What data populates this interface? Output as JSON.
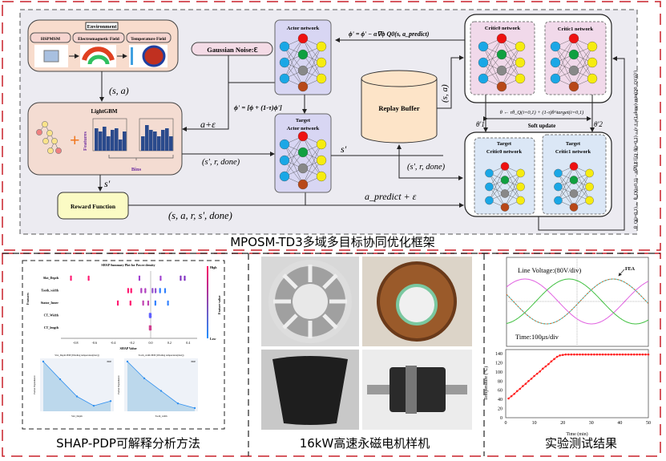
{
  "framework": {
    "title": "MPOSM-TD3多域多目标协同优化框架",
    "environment": {
      "title": "Environment",
      "items": [
        "HSPMSM",
        "Electromagnetic Field",
        "Temperature Field"
      ]
    },
    "lightgbm": {
      "title": "LightGBM",
      "features_label": "Features",
      "bins_label": "Bins"
    },
    "reward_function": "Reward Function",
    "gaussian_noise": "Gaussian Noise:ℇ",
    "actor_network": "Actor network",
    "target_actor_network": [
      "Target",
      "Actor network"
    ],
    "replay_buffer": "Replay Buffer",
    "critic0": "Critic0 network",
    "critic1": "Critic1 network",
    "target_critic0": [
      "Target",
      "Critic0 network"
    ],
    "target_critic1": [
      "Target",
      "Critic1 network"
    ],
    "soft_update": "Soft update",
    "labels": {
      "s_a": "(s, a)",
      "s_a_vertical": "(s, a)",
      "a_eps": "a+ε",
      "phi_soft": "ϕ' = [ϕ + (1-τ)ϕ']",
      "phi_grad": "ϕ' = ϕ' − α∇ϕ Q0(s, a_predict)",
      "s_r_done_1": "(s', r, done)",
      "s_r_done_2": "(s', r, done)",
      "s_prime_1": "s'",
      "s_prime_2": "s'",
      "transition": "(s, a, r, s', done)",
      "a_predict": "a_predict + ε",
      "theta_update": "θ ← τθ_Q(i=0,1) + (1-τ)θ^target(i=0,1)",
      "theta1": "θ'1",
      "theta2": "θ'2",
      "critic_update": "θ_Q(i=0,1) ← θ_Q(i=0,1) − α∇θ E{[Q_θ(i=0,1) − (r + γ(1-done)·min(Q0, Q1))]²}"
    }
  },
  "shap_panel": {
    "caption": "SHAP-PDP可解释分析方法",
    "summary_title": "SHAP Summary Plot for Power density",
    "features": [
      "Slot_Depth",
      "Tooth_width",
      "Stator_Inner",
      "CT_Width",
      "CT_length"
    ],
    "y_label": "Features",
    "x_label": "SHAP Value",
    "x_ticks": [
      "-0.8",
      "-0.6",
      "-0.4",
      "-0.2",
      "0.0",
      "0.2",
      "0.4"
    ],
    "colorbar": {
      "high": "High",
      "low": "Low",
      "label": "Feature value"
    },
    "pdp": [
      {
        "title": "Slot_Depth PDP (Winding temperature(max))",
        "xlabel": "Slot_Depth",
        "ylabel": "Partial Dependence",
        "legend": "PDP",
        "values": [
          1.0,
          0.62,
          0.25,
          0.05,
          0.15
        ]
      },
      {
        "title": "Tooth_width PDP (Winding temperature(max))",
        "xlabel": "Tooth_width",
        "ylabel": "Partial Dependence",
        "legend": "PDP",
        "values": [
          1.0,
          0.64,
          0.37,
          0.1,
          0.0
        ]
      }
    ]
  },
  "prototype_panel": {
    "caption": "16kW高速永磁电机样机"
  },
  "test_panel": {
    "caption": "实验测试结果",
    "waveform": {
      "voltage_label": "Line Voltage:(80V/div)",
      "time_label": "Time:100μs/div",
      "fea_label": "FEA",
      "colors": [
        "#e060e0",
        "#40c040",
        "#40d0d0"
      ]
    },
    "chart_data": {
      "type": "line",
      "title": "",
      "xlabel": "Time (min)",
      "ylabel": "Temperature (℃)",
      "xlim": [
        0,
        50
      ],
      "ylim": [
        0,
        140
      ],
      "x_ticks": [
        "0",
        "10",
        "20",
        "30",
        "40",
        "50"
      ],
      "y_ticks": [
        "0",
        "20",
        "40",
        "60",
        "80",
        "100",
        "120",
        "140"
      ],
      "series": [
        {
          "name": "Temperature",
          "color": "#ff2020",
          "x": [
            1,
            2,
            3,
            4,
            5,
            6,
            7,
            8,
            9,
            10,
            11,
            12,
            13,
            14,
            15,
            16,
            17,
            18,
            19,
            20,
            21,
            22,
            23,
            24,
            25,
            26,
            27,
            28,
            29,
            30,
            31,
            32,
            33,
            34,
            35,
            36,
            37,
            38,
            39,
            40,
            41,
            42,
            43,
            44,
            45,
            46,
            47,
            48,
            49,
            50
          ],
          "y": [
            42,
            47,
            52,
            58,
            63,
            69,
            74,
            80,
            85,
            91,
            96,
            101,
            107,
            112,
            117,
            123,
            128,
            133,
            136,
            137,
            138,
            138,
            138,
            138,
            138,
            138,
            138,
            138,
            138,
            138,
            138,
            138,
            138,
            138,
            138,
            138,
            138,
            138,
            138,
            138,
            138,
            138,
            138,
            138,
            138,
            138,
            138,
            138,
            138,
            138
          ]
        }
      ]
    }
  }
}
